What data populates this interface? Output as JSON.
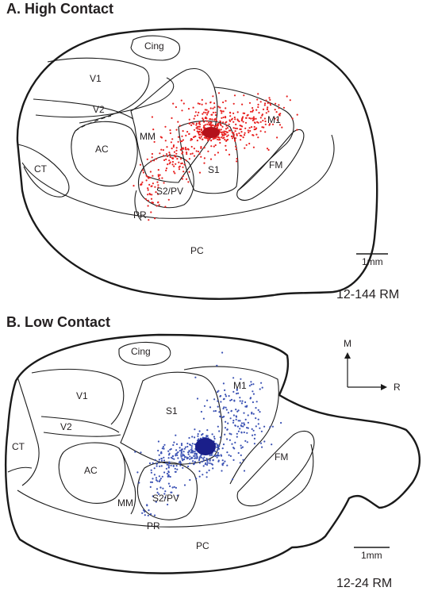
{
  "panels": [
    {
      "title": "A. High Contact",
      "case_label": "12-144 RM",
      "scale_bar_label": "1mm",
      "dot_color": "#e8201f",
      "core_color": "#b3111a",
      "regions": [
        "Cing",
        "V1",
        "V2",
        "AC",
        "MM",
        "M1",
        "S1",
        "S2/PV",
        "FM",
        "CT",
        "PR",
        "PC"
      ]
    },
    {
      "title": "B. Low Contact",
      "case_label": "12-24 RM",
      "scale_bar_label": "1mm",
      "dot_color": "#3b52b4",
      "core_color": "#1a1f8a",
      "regions": [
        "Cing",
        "V1",
        "V2",
        "CT",
        "AC",
        "MM",
        "S1",
        "M1",
        "S2/PV",
        "FM",
        "PR",
        "PC"
      ]
    }
  ],
  "compass": {
    "up_label": "M",
    "right_label": "R"
  },
  "colors": {
    "outline": "#1a1a1a",
    "text": "#231f20"
  },
  "icons": [
    "compass-arrows-icon"
  ]
}
